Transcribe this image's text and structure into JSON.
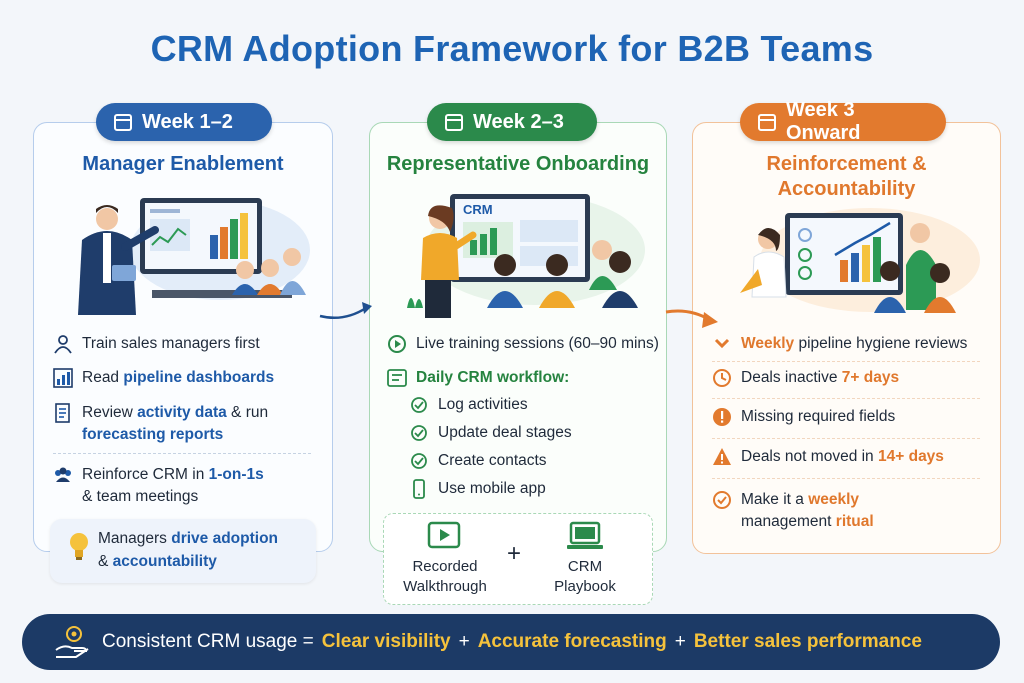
{
  "title": "CRM Adoption Framework for B2B Teams",
  "columns": [
    {
      "week": "Week 1–2",
      "heading": "Manager Enablement",
      "items": [
        {
          "text": "Train sales managers first",
          "icon": "person-icon"
        },
        {
          "pre": "Read ",
          "em": "pipeline dashboards",
          "icon": "chart-icon"
        },
        {
          "pre": "Review ",
          "em": "activity data",
          "mid": " & run",
          "em2": "forecasting reports",
          "icon": "report-icon"
        },
        {
          "pre": "Reinforce CRM in ",
          "em": "1-on-1s",
          "post": "& team meetings",
          "icon": "team-icon"
        }
      ],
      "callout": {
        "pre": "Managers ",
        "em": "drive adoption",
        "line2_pre": "& ",
        "line2_em": "accountability",
        "icon": "lightbulb-icon"
      }
    },
    {
      "week": "Week 2–3",
      "heading": "Representative Onboarding",
      "screen_label": "CRM",
      "items": [
        {
          "text": "Live training sessions (60–90 mins)",
          "icon": "play-circle-icon"
        },
        {
          "text": "Daily CRM workflow:",
          "icon": "workflow-icon"
        }
      ],
      "subitems": [
        {
          "text": "Log activities",
          "icon": "check-circle-icon"
        },
        {
          "text": "Update deal stages",
          "icon": "check-circle-icon"
        },
        {
          "text": "Create contacts",
          "icon": "check-circle-icon"
        },
        {
          "text": "Use mobile app",
          "icon": "mobile-icon"
        }
      ],
      "resources": [
        {
          "line1": "Recorded",
          "line2": "Walkthrough",
          "icon": "video-icon"
        },
        {
          "line1": "CRM",
          "line2": "Playbook",
          "icon": "laptop-icon"
        }
      ],
      "plus": "+"
    },
    {
      "week": "Week 3 Onward",
      "heading_line1": "Reinforcement &",
      "heading_line2": "Accountability",
      "items": [
        {
          "em": "Weekly",
          "post": " pipeline hygiene reviews",
          "icon": "chevron-icon"
        },
        {
          "pre": "Deals inactive ",
          "em": "7+ days",
          "icon": "clock-icon"
        },
        {
          "text": "Missing required fields",
          "icon": "alert-icon"
        },
        {
          "pre": "Deals not moved in ",
          "em": "14+ days",
          "icon": "warning-icon"
        },
        {
          "pre": "Make it a ",
          "em": "weekly",
          "line2_pre": "management ",
          "line2_em": "ritual",
          "icon": "check-circle-icon"
        }
      ]
    }
  ],
  "bottom": {
    "lead": "Consistent CRM usage =",
    "parts": [
      "Clear visibility",
      "Accurate forecasting",
      "Better sales performance"
    ],
    "plus": "+",
    "icon": "hand-gear-icon"
  },
  "colors": {
    "blue": "#1e5aa8",
    "green": "#2b8a4b",
    "orange": "#e27a2e",
    "navy": "#1c3a66",
    "yellow": "#f5c23c"
  }
}
